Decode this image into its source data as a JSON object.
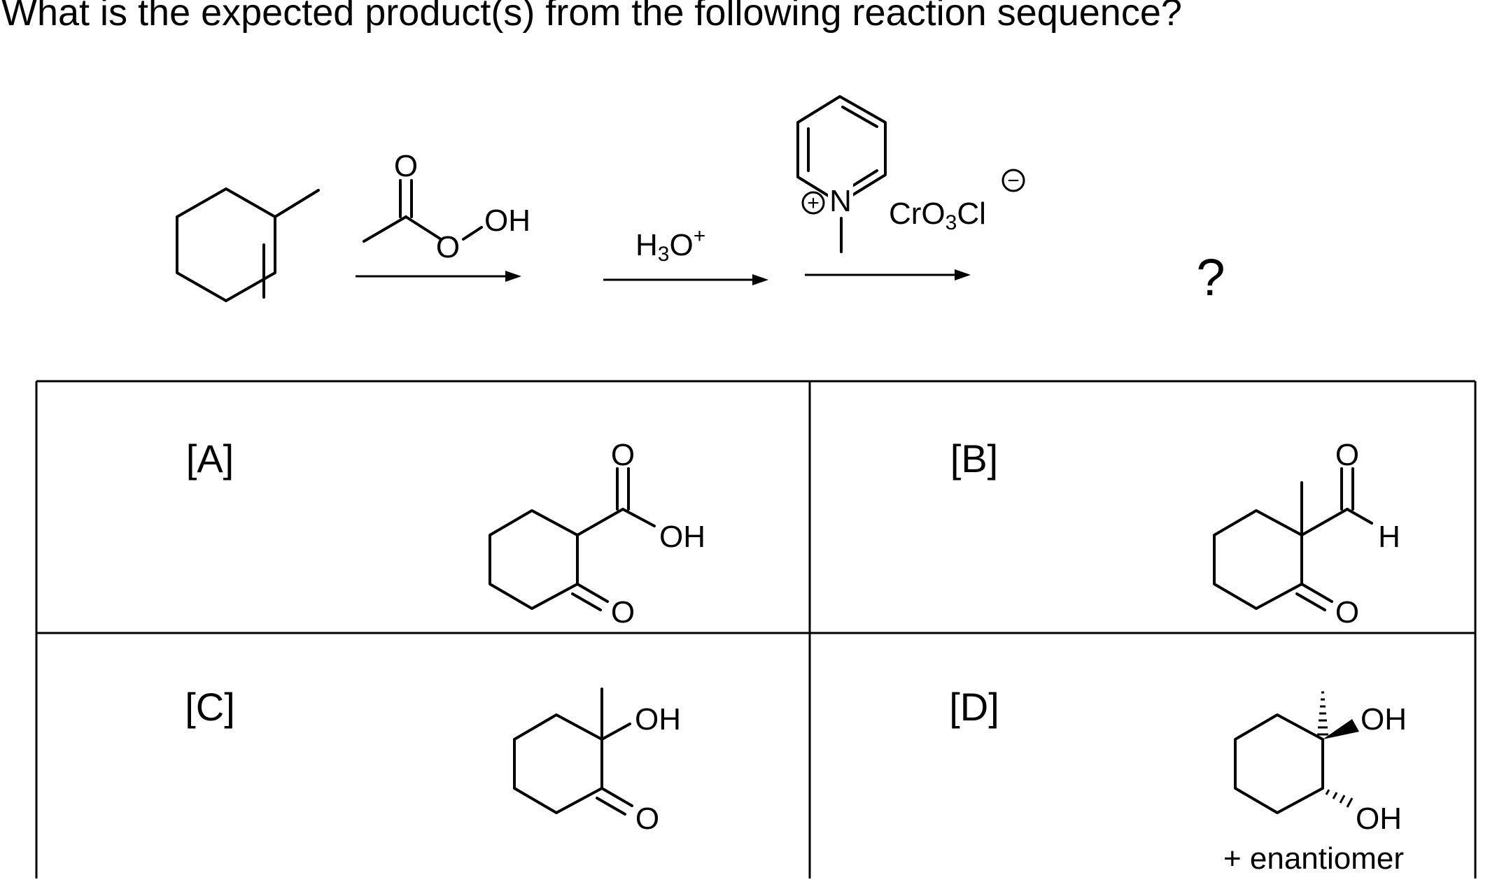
{
  "question": "What is the expected product(s) from the following reaction sequence?",
  "reaction": {
    "reagent1": {
      "carbonyl_o": "O",
      "ester_o": "O",
      "oh": "OH"
    },
    "reagent2": {
      "h": "H",
      "sub3": "3",
      "o": "O",
      "plus": "+"
    },
    "reagent3": {
      "charge_plus": "+",
      "n": "N",
      "cro": "CrO",
      "sub3": "3",
      "cl": "Cl",
      "charge_minus": "−"
    },
    "unknown_product": "?"
  },
  "choices": [
    {
      "label": "[A]",
      "o_carbonyl": "O",
      "oh": "OH",
      "o_ketone": "O"
    },
    {
      "label": "[B]",
      "o_carbonyl": "O",
      "h": "H",
      "o_ketone": "O"
    },
    {
      "label": "[C]",
      "oh": "OH",
      "o_ketone": "O"
    },
    {
      "label": "[D]",
      "oh_top": "OH",
      "oh_bottom": "OH",
      "note": "+ enantiomer"
    }
  ]
}
